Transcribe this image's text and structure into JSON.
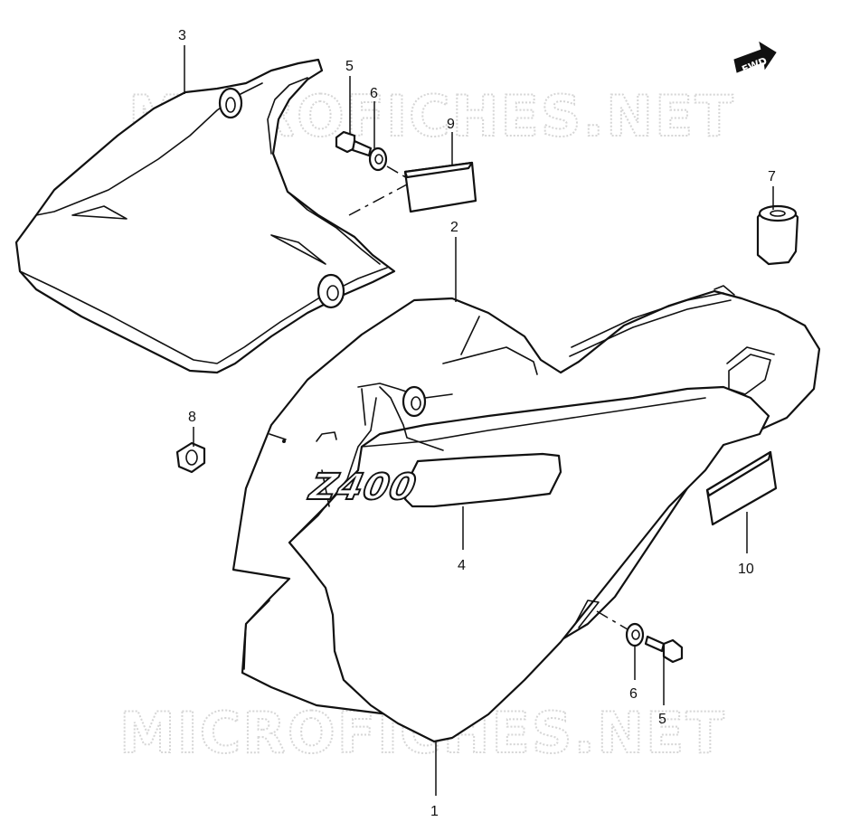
{
  "watermark": {
    "text": "MICROFICHES.NET",
    "color": "#d6d6d6"
  },
  "direction_marker": {
    "label": "FWD",
    "icon": "forward-arrow-icon"
  },
  "emblem": {
    "text": "Z400"
  },
  "callouts": [
    {
      "id": "callout-1",
      "label": "1"
    },
    {
      "id": "callout-2",
      "label": "2"
    },
    {
      "id": "callout-3",
      "label": "3"
    },
    {
      "id": "callout-4",
      "label": "4"
    },
    {
      "id": "callout-5-top",
      "label": "5"
    },
    {
      "id": "callout-5-bottom",
      "label": "5"
    },
    {
      "id": "callout-6-top",
      "label": "6"
    },
    {
      "id": "callout-6-bottom",
      "label": "6"
    },
    {
      "id": "callout-7",
      "label": "7"
    },
    {
      "id": "callout-8",
      "label": "8"
    },
    {
      "id": "callout-9",
      "label": "9"
    },
    {
      "id": "callout-10",
      "label": "10"
    }
  ],
  "colors": {
    "line": "#111111",
    "background": "#ffffff"
  }
}
